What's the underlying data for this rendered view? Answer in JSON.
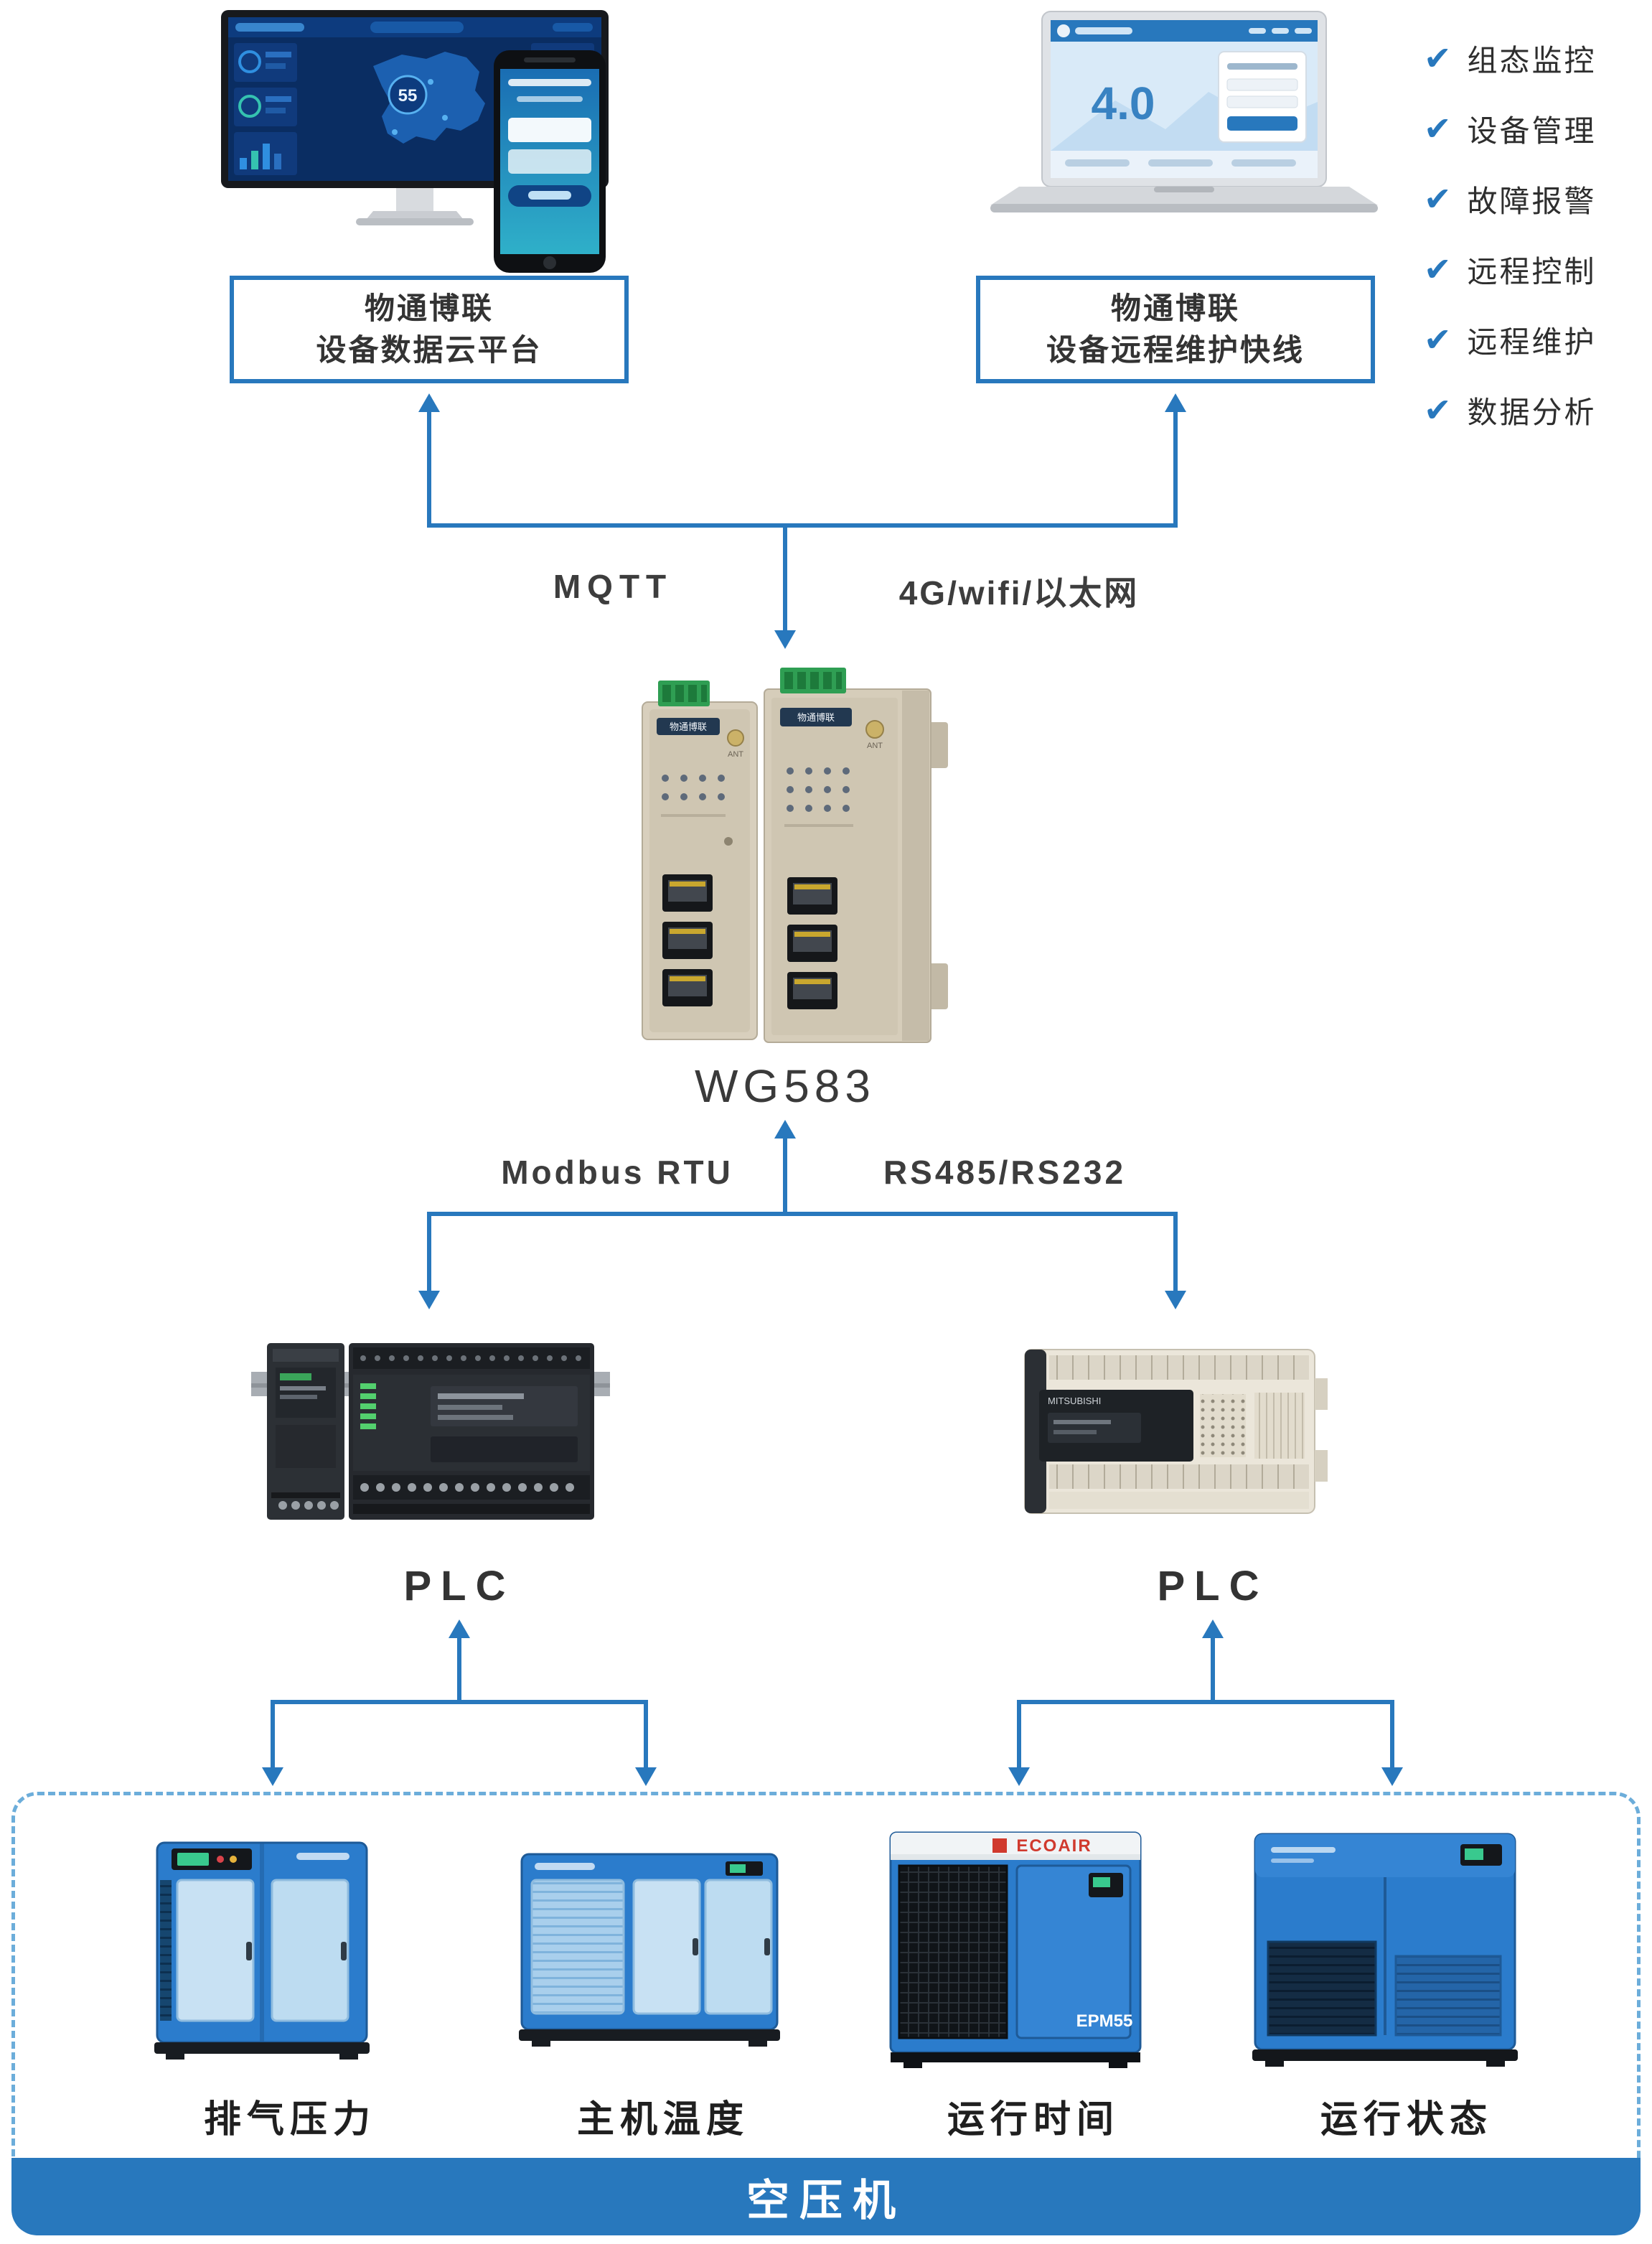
{
  "platforms": {
    "cloud": {
      "line1": "物通博联",
      "line2": "设备数据云平台"
    },
    "remote": {
      "line1": "物通博联",
      "line2": "设备远程维护快线"
    }
  },
  "features": [
    {
      "label": "组态监控"
    },
    {
      "label": "设备管理"
    },
    {
      "label": "故障报警"
    },
    {
      "label": "远程控制"
    },
    {
      "label": "远程维护"
    },
    {
      "label": "数据分析"
    }
  ],
  "links": {
    "uplink_protocol": "MQTT",
    "uplink_network": "4G/wifi/以太网",
    "downlink_left": "Modbus RTU",
    "downlink_right": "RS485/RS232"
  },
  "gateway": {
    "model": "WG583",
    "brand": "物通博联",
    "ant_label": "ANT"
  },
  "plc_left": {
    "label": "PLC"
  },
  "plc_right": {
    "label": "PLC",
    "brand": "MITSUBISHI"
  },
  "screens": {
    "cloud_kpi": "55",
    "laptop_hero": "4.0"
  },
  "compressors": {
    "group_label": "空压机",
    "items": [
      {
        "label": "排气压力"
      },
      {
        "label": "主机温度"
      },
      {
        "label": "运行时间",
        "brand": "ECOAIR",
        "model": "EPM55"
      },
      {
        "label": "运行状态"
      }
    ]
  },
  "icons": {
    "check": "✔"
  },
  "colors": {
    "accent": "#2878bd",
    "dashed_border": "#6cadda"
  }
}
